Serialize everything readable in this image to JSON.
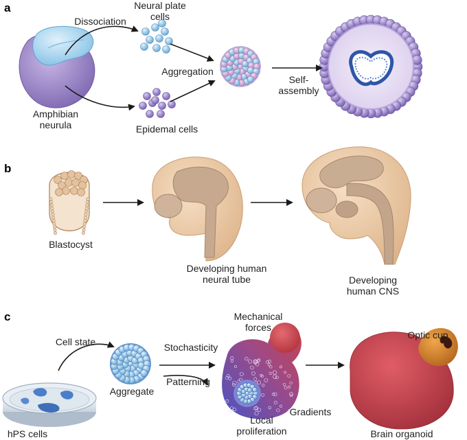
{
  "panels": {
    "a": {
      "letter": "a",
      "amphibian_neurula": "Amphibian\nneurula",
      "dissociation": "Dissociation",
      "neural_plate_cells": "Neural plate\ncells",
      "epidermal_cells": "Epidemal cells",
      "aggregation": "Aggregation",
      "self_assembly": "Self-\nassembly"
    },
    "b": {
      "letter": "b",
      "blastocyst": "Blastocyst",
      "neural_tube": "Developing human\nneural tube",
      "human_cns": "Developing\nhuman CNS"
    },
    "c": {
      "letter": "c",
      "cell_state": "Cell state",
      "hps_cells": "hPS cells",
      "aggregate": "Aggregate",
      "stochasticity": "Stochasticity",
      "patterning": "Patterning",
      "mechanical_forces": "Mechanical\nforces",
      "gradients": "Gradients",
      "local_proliferation": "Local\nproliferation",
      "optic_cup": "Optic cup",
      "brain_organoid": "Brain organoid"
    }
  },
  "colors": {
    "neurula_purple": "#9b86c6",
    "neural_plate_blue": "#a9d6ef",
    "epidermal_purple": "#8e78bd",
    "embryo_tan": "#e9c9a6",
    "brain_tan": "#c9ad93",
    "organoid_red": "#cf4a55",
    "optic_orange": "#c97a2a",
    "aggregate_blue": "#8fb5e0"
  }
}
